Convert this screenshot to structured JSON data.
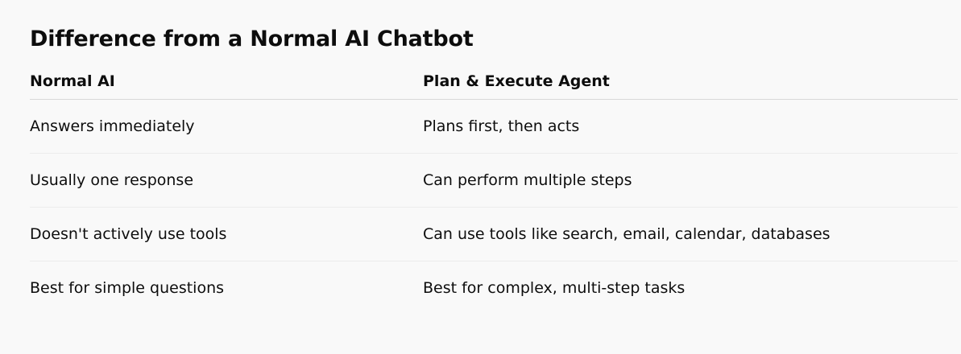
{
  "title": "Difference from a Normal AI Chatbot",
  "table": {
    "headers": [
      "Normal AI",
      "Plan & Execute Agent"
    ],
    "rows": [
      [
        "Answers immediately",
        "Plans first, then acts"
      ],
      [
        "Usually one response",
        "Can perform multiple steps"
      ],
      [
        "Doesn't actively use tools",
        "Can use tools like search, email, calendar, databases"
      ],
      [
        "Best for simple questions",
        "Best for complex, multi-step tasks"
      ]
    ]
  }
}
